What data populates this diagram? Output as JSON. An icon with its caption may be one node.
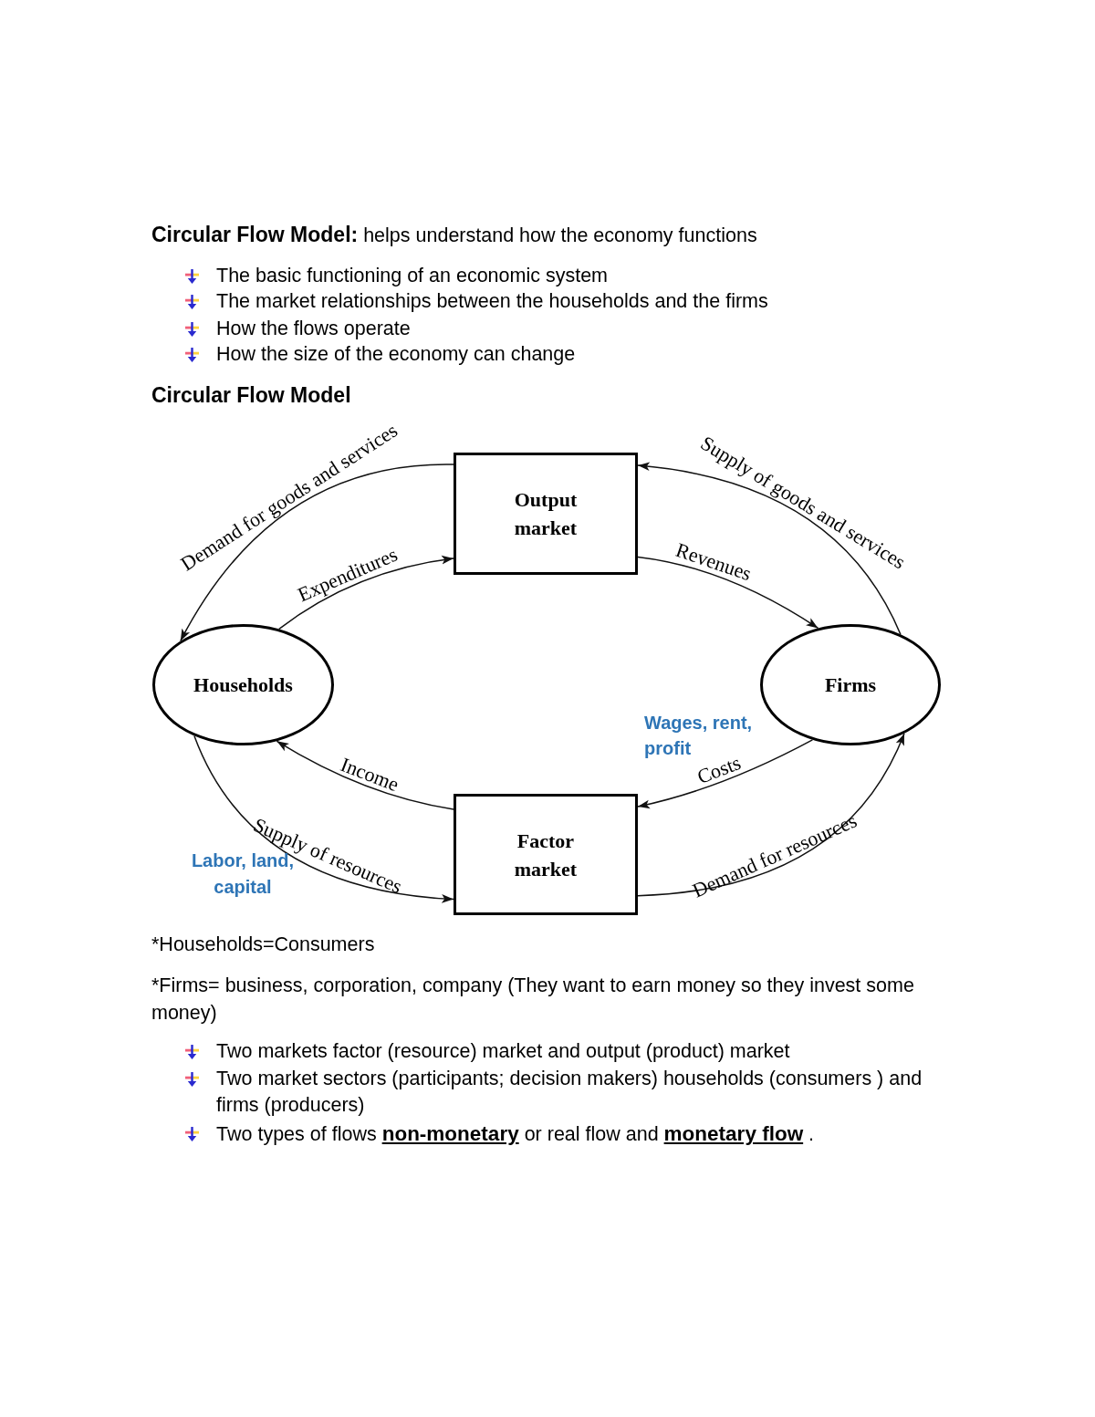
{
  "diagram": {
    "title": "Circular Flow Model",
    "nodes": [
      {
        "text": [
          "Output market"
        ]
      },
      {
        "text": [
          "Households"
        ]
      },
      {
        "text": [
          "Firms"
        ]
      },
      {
        "text": [
          "Factor market"
        ]
      }
    ],
    "edges": [
      {
        "from": 0,
        "to": 1,
        "arrow": "to",
        "label": "Demand for goods and services"
      },
      {
        "from": 1,
        "to": 0,
        "arrow": "to",
        "label": "Expenditures"
      },
      {
        "from": 2,
        "to": 0,
        "arrow": "to",
        "label": "Supply of goods and services"
      },
      {
        "from": 0,
        "to": 2,
        "arrow": "to",
        "label": "Revenues"
      },
      {
        "from": 3,
        "to": 1,
        "arrow": "to",
        "label": "Income"
      },
      {
        "from": 1,
        "to": 3,
        "arrow": "to",
        "label": "Supply of resources"
      },
      {
        "from": 2,
        "to": 3,
        "arrow": "to",
        "label": "Costs"
      },
      {
        "from": 3,
        "to": 2,
        "arrow": "to",
        "label": "Demand for resources"
      }
    ],
    "labels": [
      "**Circular Flow Model:** helps understand how the economy functions",
      "The basic functioning of an economic system",
      "The market relationships between the households and the firms",
      "How the flows operate",
      "How the size of the economy can change",
      "Wages, rent, profit",
      "Labor, land, capital",
      "*Households=Consumers",
      "*Firms= business, corporation, company (They want to earn money so they invest some money)",
      "Two markets factor (resource) market and output (product) market",
      "Two market sectors (participants; decision makers) households (consumers ) and firms (producers)",
      "Two types of flows **non-monetary** or real flow and **monetary flow** ."
    ]
  }
}
